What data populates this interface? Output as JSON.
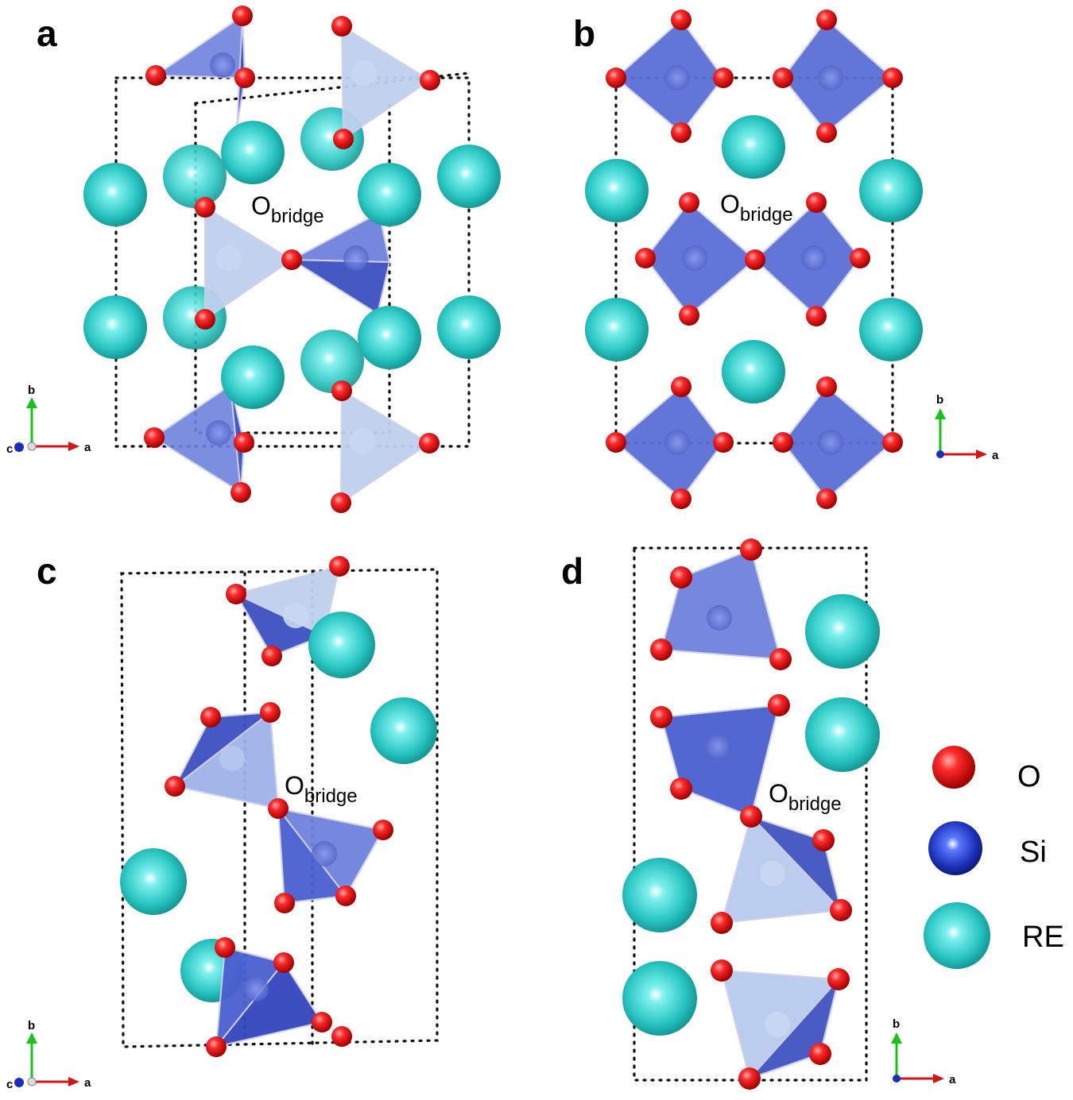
{
  "panels": [
    {
      "label": "a",
      "bridge_main": "O",
      "bridge_sub": "bridge",
      "axes": {
        "vertical": "b",
        "horizontal": "a",
        "out_of_plane": "c"
      }
    },
    {
      "label": "b",
      "bridge_main": "O",
      "bridge_sub": "bridge",
      "axes": {
        "vertical": "b",
        "horizontal": "a",
        "out_of_plane": ""
      }
    },
    {
      "label": "c",
      "bridge_main": "O",
      "bridge_sub": "bridge",
      "axes": {
        "vertical": "b",
        "horizontal": "a",
        "out_of_plane": "c"
      }
    },
    {
      "label": "d",
      "bridge_main": "O",
      "bridge_sub": "bridge",
      "axes": {
        "vertical": "b",
        "horizontal": "a",
        "out_of_plane": ""
      }
    }
  ],
  "legend": [
    {
      "label": "O",
      "color": "#e01010"
    },
    {
      "label": "Si",
      "color": "#1a2fb8"
    },
    {
      "label": "RE",
      "color": "#27c4c0"
    }
  ],
  "colors": {
    "oxygen": "#e01010",
    "silicon": "#1a2fb8",
    "rare_earth": "#27c4c0",
    "tetra_dark": "#4a5fd0",
    "tetra_light": "#b8ccec",
    "axis_b": "#19c119",
    "axis_a": "#d41515",
    "axis_c": "#1a2fb8"
  }
}
